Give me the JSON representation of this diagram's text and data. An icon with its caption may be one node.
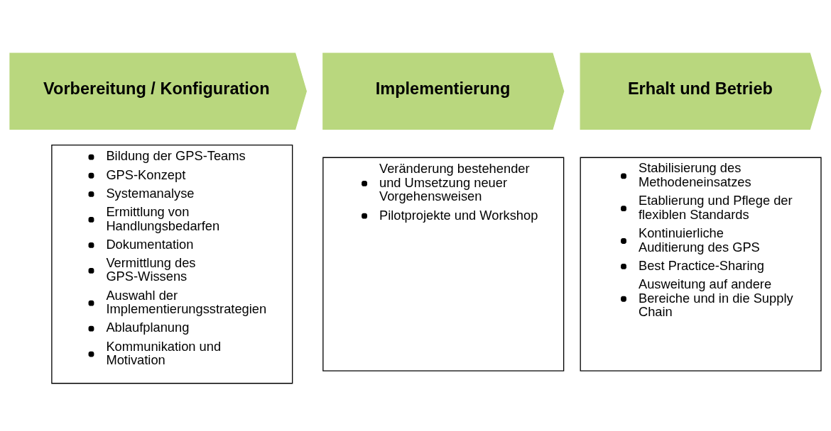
{
  "diagram": {
    "nodes": [
      {
        "text": [
          "Vorbereitung / Konfiguration"
        ]
      },
      {
        "text": [
          "Implementierung"
        ]
      },
      {
        "text": [
          "Erhalt und Betrieb"
        ]
      },
      {
        "text": [
          "Bildung der GPS-Teams",
          "GPS-Konzept",
          "Systemanalyse",
          "Ermittlung von Handlungsbedarfen",
          "Dokumentation",
          "Vermittlung des GPS-Wissens",
          "Auswahl der Implementierungsstrategien",
          "Ablaufplanung",
          "Kommunikation und Motivation"
        ]
      },
      {
        "text": [
          "Veränderung bestehender und Umsetzung neuer Vorgehensweisen",
          "Pilotprojekte und Workshop"
        ]
      },
      {
        "text": [
          "Stabilisierung des Methodeneinsatzes",
          "Etablierung und Pflege der flexiblen Standards",
          "Kontinuierliche Auditierung des GPS",
          "Best Practice-Sharing",
          "Ausweitung auf andere Bereiche und in die Supply Chain"
        ]
      }
    ],
    "edges": []
  }
}
